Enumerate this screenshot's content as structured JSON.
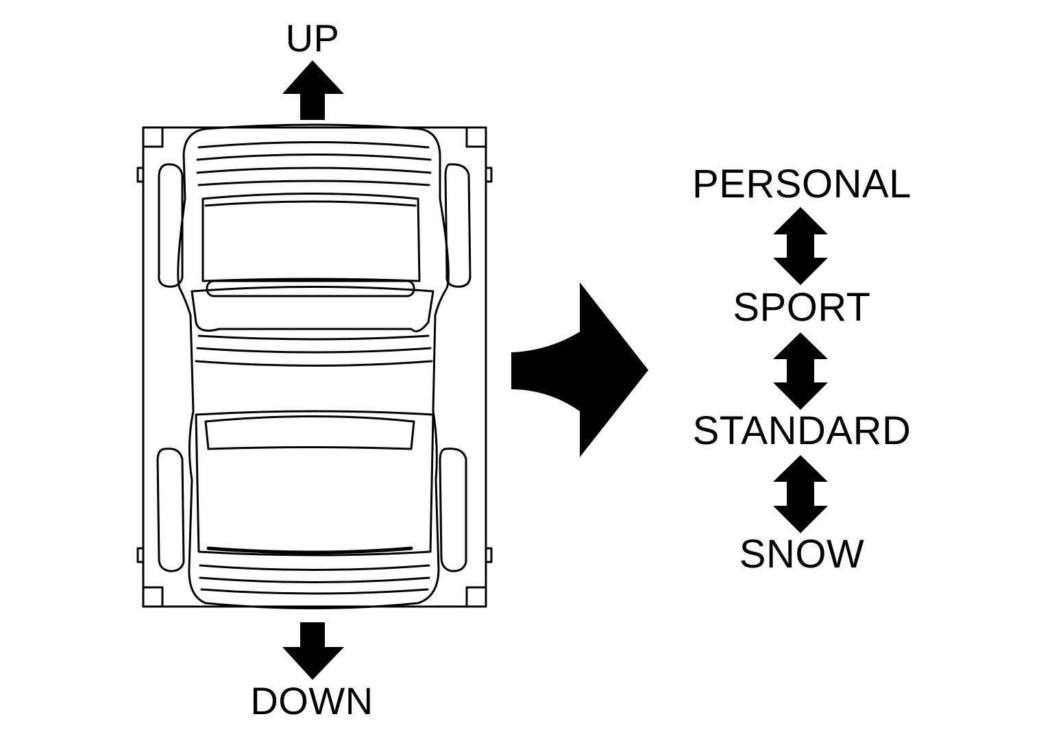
{
  "direction": {
    "up_label": "UP",
    "down_label": "DOWN"
  },
  "modes": [
    "PERSONAL",
    "SPORT",
    "STANDARD",
    "SNOW"
  ],
  "icons": {
    "up": "arrow-up-icon",
    "down": "arrow-down-icon",
    "right": "arrow-right-icon",
    "bidirectional": "double-arrow-vertical-icon",
    "vehicle": "car-top-view-icon"
  },
  "colors": {
    "ink": "#000000",
    "paper": "#ffffff"
  }
}
